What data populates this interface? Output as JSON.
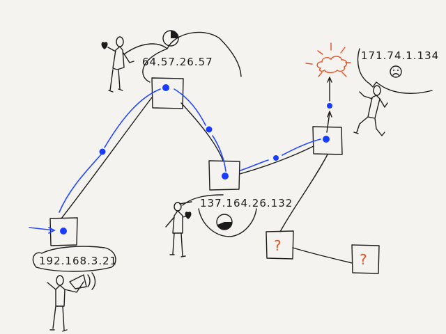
{
  "nodes": {
    "source": {
      "ip": "192.168.3.21"
    },
    "hop1": {
      "ip": "64.57.26.57"
    },
    "hop2": {
      "ip": "137.164.26.132"
    },
    "destination": {
      "ip": "171.74.1.134"
    },
    "unknown1": {
      "label": "?"
    },
    "unknown2": {
      "label": "?"
    }
  },
  "colors": {
    "path": "#1a3cff",
    "unknown": "#e8501e",
    "ink": "#1b1b1b"
  }
}
